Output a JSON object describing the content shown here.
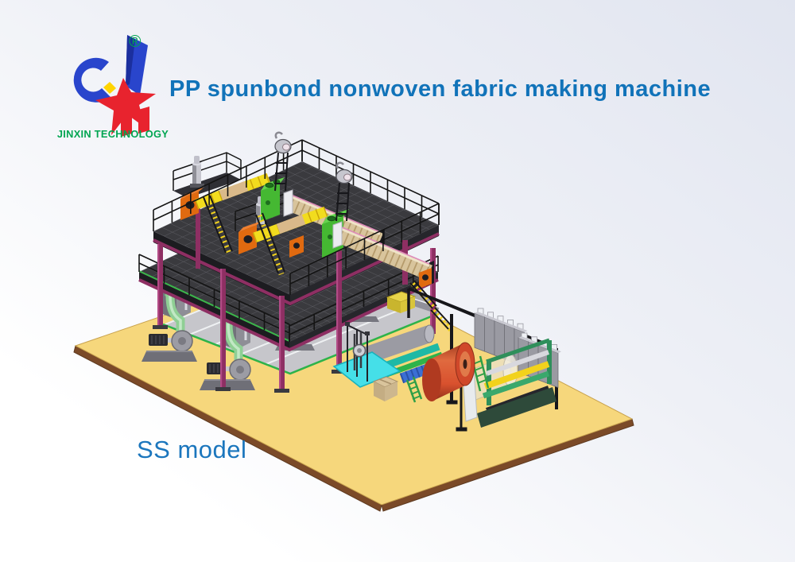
{
  "header": {
    "logo": {
      "brand": "JINXIN TECHNOLOGY",
      "registered_mark": "®"
    },
    "title": "PP spunbond nonwoven fabric making machine"
  },
  "caption": {
    "model": "SS model"
  },
  "illustration": {
    "type": "isometric 3D CAD render",
    "subject": "PP spunbond nonwoven fabric production line, SS (double spunbond beam) configuration",
    "parts": [
      "factory-floor",
      "two-level-mezzanine",
      "guard-railings",
      "magenta-support-columns",
      "screw-extruder-line-1",
      "screw-extruder-line-2",
      "dosing-unit-1",
      "dosing-unit-2",
      "gearbox-1",
      "gearbox-2",
      "spin-beam-1",
      "spin-beam-2",
      "melt-pump-1",
      "melt-pump-2",
      "mixer-platform-1",
      "mixer-platform-2",
      "mast-fan-1",
      "mast-fan-2",
      "access-ladder-1",
      "access-ladder-2",
      "side-staircase",
      "air-handler-1",
      "air-handler-2",
      "quench-blower-1",
      "quench-blower-2",
      "process-motors",
      "calender-rollers",
      "web-former",
      "cooling-mat",
      "jumbo-fabric-roll",
      "spare-roll",
      "slitting-winder",
      "electrical-cabinets",
      "gantry-frame",
      "packing-box",
      "step-ladder",
      "scrap-bin"
    ]
  },
  "colors": {
    "title-blue": "#1173b9",
    "model-blue": "#1b76bd",
    "logo-blue": "#2945cc",
    "logo-blue-dark": "#1b2f9e",
    "logo-red": "#e8232e",
    "logo-green": "#00a551",
    "logo-yellow": "#ffd400",
    "floor-yellow": "#f6d77c",
    "floor-edge": "#7b4a28",
    "deck-dark": "#3a3a3e",
    "grid-line": "#5c5c62",
    "rail-black": "#141414",
    "column-magenta": "#8e2f63",
    "column-light": "#b24b86",
    "extruder-yellow": "#f2dc1e",
    "gearbox-orange": "#e06a10",
    "doser-green": "#45b832",
    "beam-tan": "#d8c49c",
    "pipe-green": "#8fcf94",
    "machine-gray": "#9c9ca4",
    "mat-cyan": "#45dfe8",
    "roller-teal": "#1fb9a5",
    "roll-red": "#d9512e",
    "cabinet-gray": "#9a9aa2",
    "winder-green": "#2f8f5b",
    "tread-yellow": "#f2d21c",
    "bg-top": "#e1e5f0",
    "bg-bottom": "#ffffff"
  }
}
